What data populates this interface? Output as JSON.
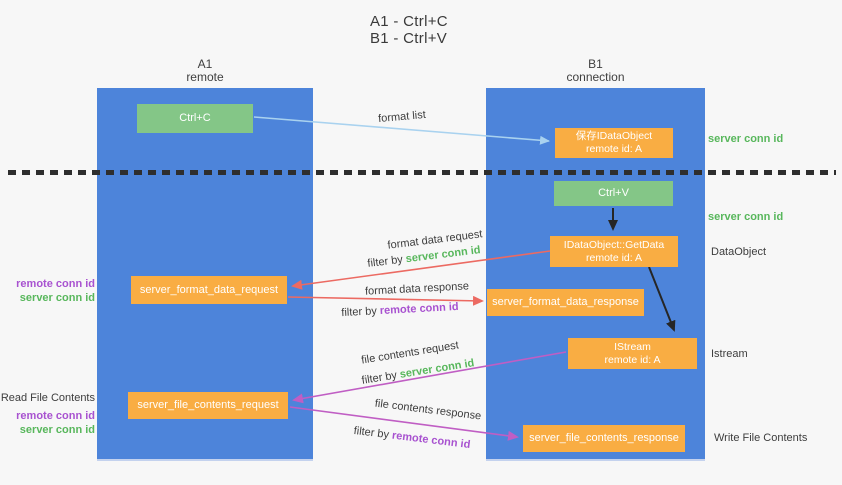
{
  "title": {
    "line1": "A1 - Ctrl+C",
    "line2": "B1 - Ctrl+V"
  },
  "columns": {
    "left": {
      "header_line1": "A1",
      "header_line2": "remote"
    },
    "right": {
      "header_line1": "B1",
      "header_line2": "connection"
    }
  },
  "nodes": {
    "ctrl_c": "Ctrl+C",
    "save_idataobject": {
      "line1": "保存IDataObject",
      "line2": "remote id: A"
    },
    "ctrl_v": "Ctrl+V",
    "getdata": {
      "line1": "IDataObject::GetData",
      "line2": "remote id: A"
    },
    "server_format_data_request": "server_format_data_request",
    "server_format_data_response": "server_format_data_response",
    "istream": {
      "line1": "IStream",
      "line2": "remote id: A"
    },
    "server_file_contents_request": "server_file_contents_request",
    "server_file_contents_response": "server_file_contents_response"
  },
  "side_labels": {
    "right_server_conn_id_1": "server conn id",
    "right_server_conn_id_2": "server conn id",
    "data_object": "DataObject",
    "istream": "Istream",
    "write_file_contents": "Write File Contents",
    "left_remote_conn_id_1": "remote conn id",
    "left_server_conn_id_1": "server conn id",
    "read_file_contents": "Read File Contents",
    "left_remote_conn_id_2": "remote conn id",
    "left_server_conn_id_2": "server conn id"
  },
  "arrow_labels": {
    "format_list": "format list",
    "format_data_request": "format data request",
    "filter_by_1_prefix": "filter by ",
    "filter_by_1_id": "server conn id",
    "format_data_response": "format data response",
    "filter_by_2_prefix": "filter by ",
    "filter_by_2_id": "remote conn id",
    "file_contents_request": "file contents request",
    "filter_by_3_prefix": "filter by ",
    "filter_by_3_id": "server conn id",
    "file_contents_response": "file contents response",
    "filter_by_4_prefix": "filter by ",
    "filter_by_4_id": "remote conn id"
  },
  "colors": {
    "background": "#f7f7f7",
    "lane_blue": "#4d84da",
    "node_green": "#84c687",
    "node_orange": "#f9ad43",
    "server_conn_id_text": "#58b75c",
    "remote_conn_id_text": "#a852d0",
    "format_arrow_red": "#ec6a62",
    "file_arrow_purple": "#c05ec4",
    "format_list_arrow_blue": "#a9d2ef",
    "black_arrow": "#262626",
    "divider_dots": "#2e2e2e"
  }
}
